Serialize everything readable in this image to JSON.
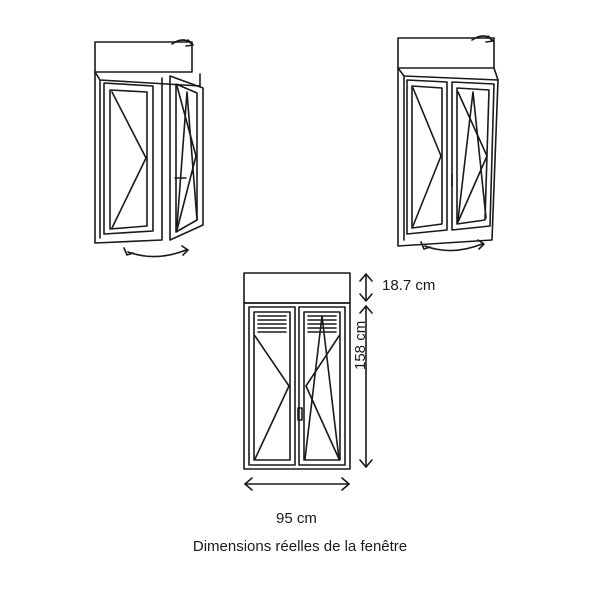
{
  "colors": {
    "stroke": "#1a1a1a",
    "background": "#ffffff"
  },
  "icons": {
    "top_left": "window-open-inward-icon",
    "top_right": "window-closed-icon",
    "bottom": "window-with-shutter-box-icon"
  },
  "dimensions": {
    "shutter_box_height": "18.7 cm",
    "window_height": "158 cm",
    "window_width": "95 cm"
  },
  "caption": "Dimensions réelles de la fenêtre"
}
